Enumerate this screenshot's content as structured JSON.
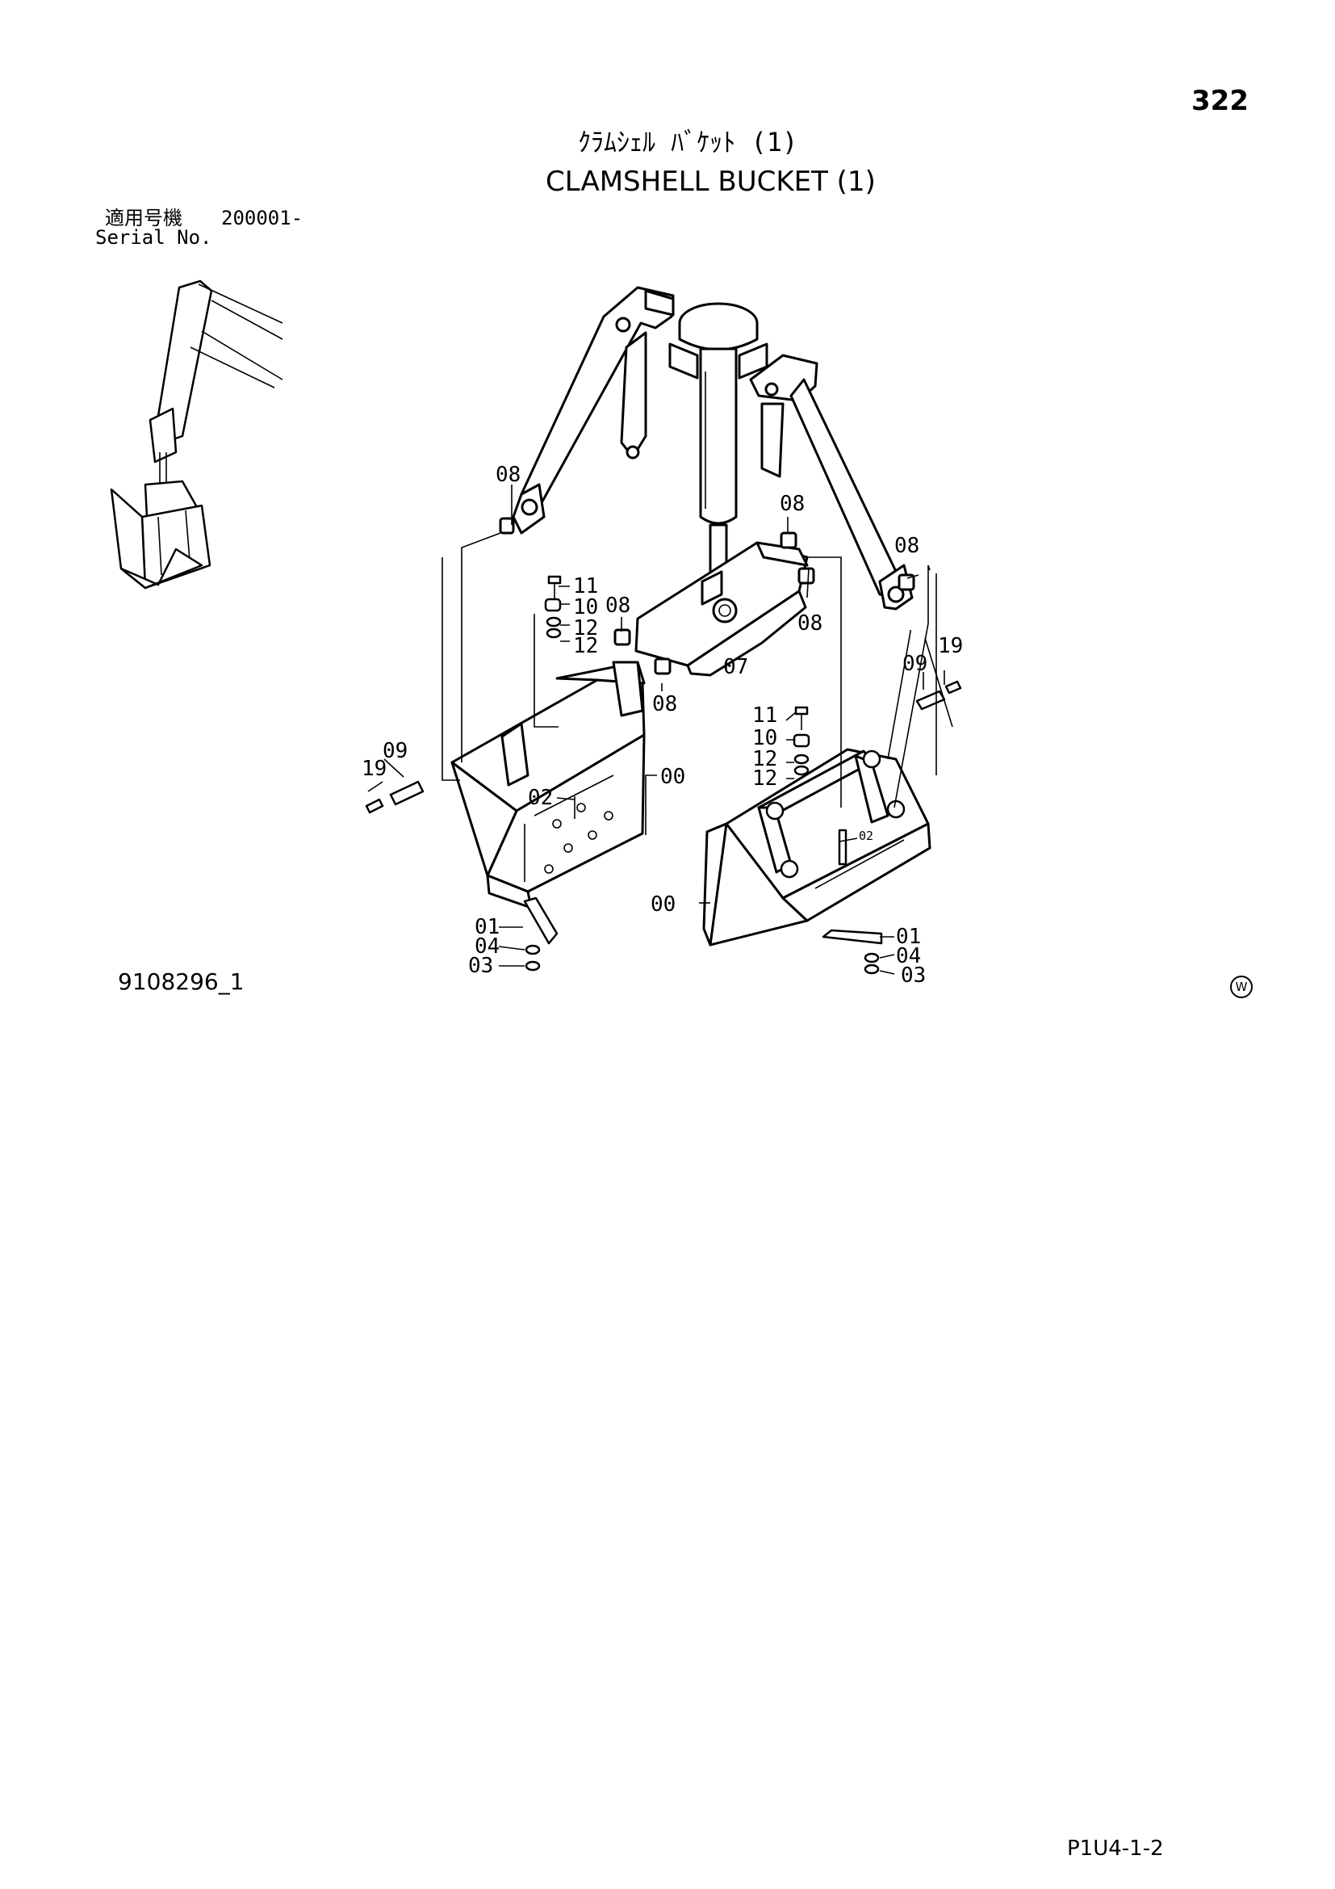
{
  "page": {
    "number": "322",
    "title_ja": "ｸﾗﾑｼｪﾙ ﾊﾞｹｯﾄ (1)",
    "title_en": "CLAMSHELL BUCKET (1)",
    "serial_label_ja": "適用号機",
    "serial_value": "200001-",
    "serial_label_en": "Serial No.",
    "figure_id": "9108296_1",
    "footer_code": "P1U4-1-2",
    "mark": "W"
  },
  "callouts": {
    "c08_a": "08",
    "c08_b": "08",
    "c08_c": "08",
    "c08_d": "08",
    "c08_e": "08",
    "c08_f": "08",
    "c11_l": "11",
    "c10_l": "10",
    "c12_l1": "12",
    "c12_l2": "12",
    "c07": "07",
    "c19_l": "19",
    "c09_l": "09",
    "c02_l": "02",
    "c00_l": "00",
    "c01_l": "01",
    "c04_l": "04",
    "c03_l": "03",
    "c11_r": "11",
    "c10_r": "10",
    "c12_r1": "12",
    "c12_r2": "12",
    "c09_r": "09",
    "c19_r": "19",
    "c02_r": "02",
    "c00_r": "00",
    "c01_r": "01",
    "c04_r": "04",
    "c03_r": "03"
  }
}
